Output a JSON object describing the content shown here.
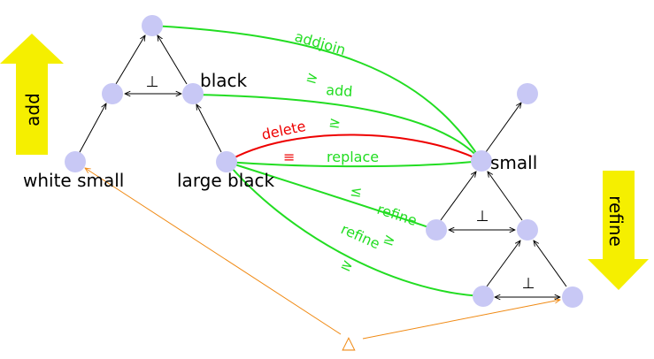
{
  "colors": {
    "node": "#c8c8f5",
    "edge": "#000000",
    "green": "#22dd22",
    "red": "#ee0000",
    "orange": "#f08a14",
    "arrow_fill": "#f5ef00",
    "text": "#000000"
  },
  "side_arrows": {
    "add": "add",
    "refine": "refine"
  },
  "node_labels": {
    "white_small": "white small",
    "black": "black",
    "large_black": "large black",
    "small": "small"
  },
  "perp_symbols": {
    "left": "⊥",
    "right_upper": "⊥",
    "right_lower": "⊥"
  },
  "edge_labels": {
    "addjoin": "addjoin",
    "addjoin_rel": "≥",
    "add": "add",
    "add_rel": "≥",
    "delete": "delete",
    "delete_rel": "≡",
    "replace": "replace",
    "replace_rel": "≤",
    "refine_upper": "refine",
    "refine_upper_rel": "≥",
    "refine_lower": "refine",
    "refine_lower_rel": "≥"
  },
  "triangle_symbol": "△"
}
